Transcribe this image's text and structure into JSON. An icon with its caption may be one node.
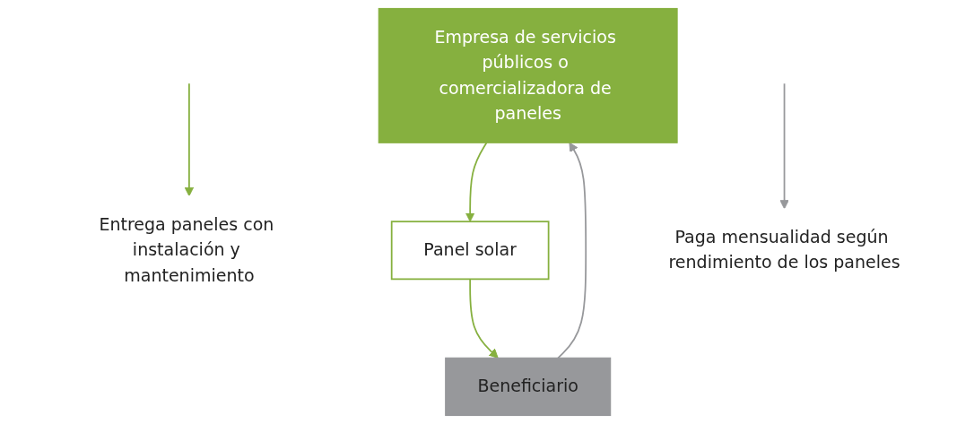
{
  "diagram": {
    "nodes": [
      {
        "text": [
          "Empresa de servicios públicos o comercializadora de paneles"
        ]
      },
      {
        "text": [
          "Panel solar"
        ]
      },
      {
        "text": [
          "Beneficiario"
        ]
      },
      {
        "text": [
          "Entrega paneles con instalación y mantenimiento"
        ]
      },
      {
        "text": [
          "Paga mensualidad según rendimiento de los paneles"
        ]
      }
    ],
    "edges": [
      {
        "from": 0,
        "to": 1,
        "arrow": "to"
      },
      {
        "from": 1,
        "to": 2,
        "arrow": "to"
      },
      {
        "from": 2,
        "to": 0,
        "arrow": "to",
        "color": "#97989b"
      },
      {
        "from": null,
        "to": 3,
        "arrow": "to"
      },
      {
        "from": null,
        "to": 4,
        "arrow": "to",
        "color": "#97989b"
      }
    ]
  }
}
